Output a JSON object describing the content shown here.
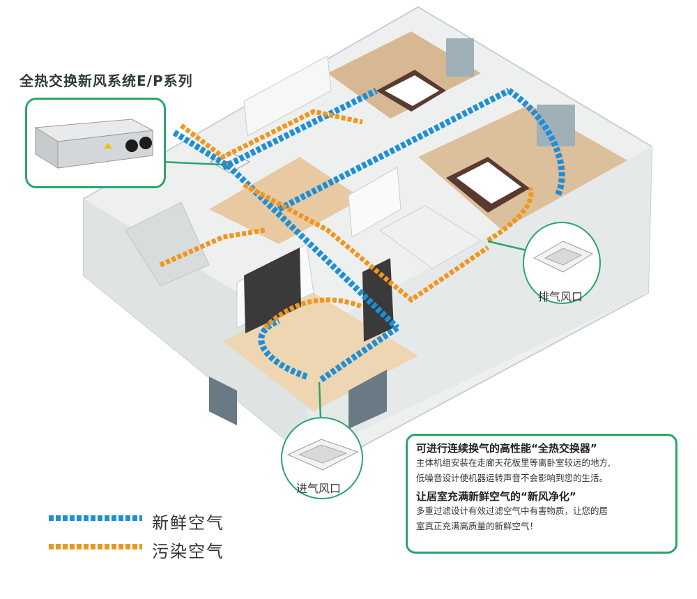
{
  "title": "全热交换新风系统E/P系列",
  "callouts": {
    "exhaust_vent": "排气风口",
    "intake_vent": "进气风口"
  },
  "legend": [
    {
      "label": "新鲜空气",
      "color": "#1e8fd6"
    },
    {
      "label": "污染空气",
      "color": "#f0961e"
    }
  ],
  "info": {
    "heading1": "可进行连续换气的高性能“全热交换器”",
    "body1": [
      "主体机组安装在走廊天花板里等离卧室较远的地方,",
      "低噪音设计使机器运转声音不会影响到您的生活。"
    ],
    "heading2": "让居室充满新鲜空气的“新风净化”",
    "body2": [
      "多重过滤设计有效过滤空气中有害物质，让您的居",
      "室真正充满高质量的新鲜空气！"
    ]
  },
  "colors": {
    "accent": "#2aa56a",
    "fresh_air": "#1e8fd6",
    "polluted_air": "#f0961e"
  }
}
